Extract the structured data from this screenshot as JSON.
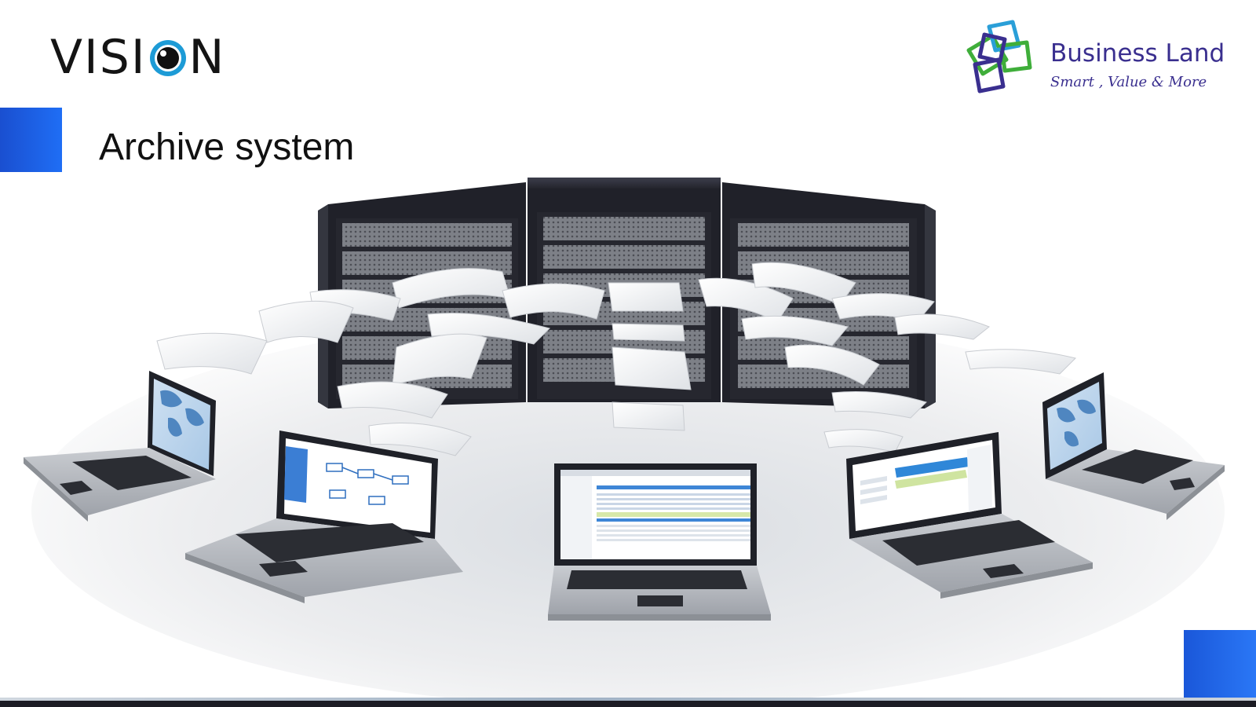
{
  "header": {
    "vision_logo": {
      "left_text": "VISI",
      "right_text": "N",
      "eye_icon": "eye-icon"
    },
    "partner_logo": {
      "name": "Business Land",
      "tagline": "Smart , Value & More",
      "mark_icon": "interlocking-squares-icon"
    }
  },
  "slide": {
    "title": "Archive system"
  },
  "illustration": {
    "subject": "servers-and-laptops-illustration"
  },
  "colors": {
    "accent_blue": "#1f63e6",
    "brand_purple": "#3a2f8f",
    "brand_green": "#3fae3a",
    "brand_blue": "#2a9fd8",
    "title_text": "#111111"
  }
}
